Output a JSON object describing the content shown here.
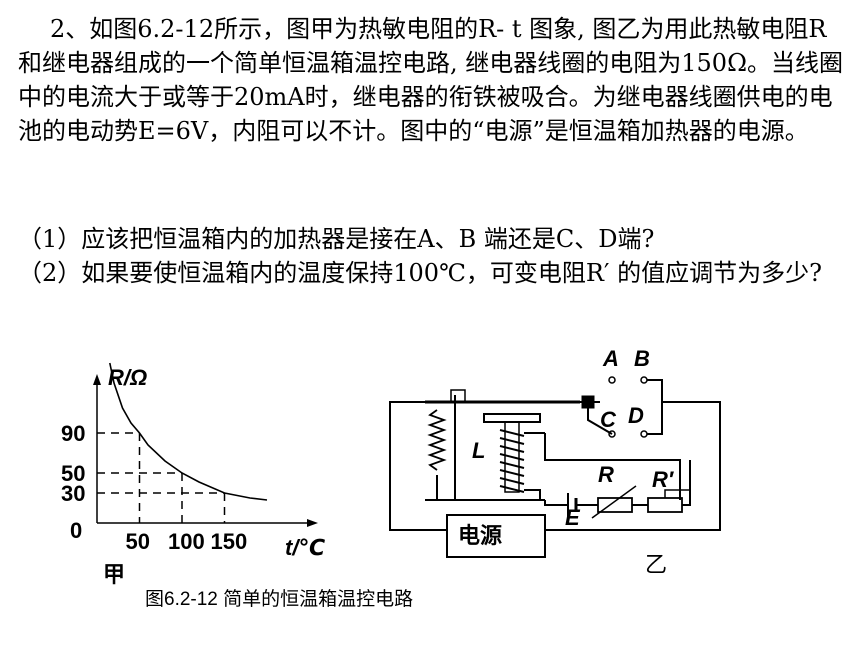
{
  "problem": {
    "main": "2、如图6.2-12所示，图甲为热敏电阻的R- t 图象, 图乙为用此热敏电阻R和继电器组成的一个简单恒温箱温控电路, 继电器线圈的电阻为150Ω。当线圈中的电流大于或等于20mA时，继电器的衔铁被吸合。为继电器线圈供电的电池的电动势E=6V，内阻可以不计。图中的“电源”是恒温箱加热器的电源。",
    "q1": "（1）应该把恒温箱内的加热器是接在A、B 端还是C、D端?",
    "q2": "（2）如果要使恒温箱内的温度保持100℃，可变电阻R′ 的值应调节为多少?"
  },
  "graph": {
    "label": "甲",
    "xlabel": "t/℃",
    "ylabel": "R/Ω",
    "origin": "0",
    "xticks": [
      "50",
      "100",
      "150"
    ],
    "yticks": [
      "90",
      "50",
      "30"
    ]
  },
  "chart_data": {
    "type": "line",
    "title": "",
    "xlabel": "t/℃",
    "ylabel": "R/Ω",
    "series": [
      {
        "x": [
          15,
          20,
          30,
          40,
          50,
          60,
          80,
          100,
          120,
          150,
          180,
          200
        ],
        "y": [
          160,
          140,
          115,
          100,
          90,
          78,
          62,
          50,
          41,
          30,
          25,
          23
        ]
      }
    ],
    "marked_points": [
      {
        "x": 50,
        "y": 90
      },
      {
        "x": 100,
        "y": 50
      },
      {
        "x": 150,
        "y": 30
      }
    ],
    "xlim": [
      0,
      200
    ],
    "ylim": [
      0,
      170
    ],
    "grid": false
  },
  "circuit": {
    "label": "乙",
    "label_A": "A",
    "label_B": "B",
    "label_C": "C",
    "label_D": "D",
    "label_L": "L",
    "label_R": "R",
    "label_Rp": "R′",
    "label_E": "E",
    "power_label": "电源"
  },
  "caption": "图6.2-12   简单的恒温箱温控电路"
}
